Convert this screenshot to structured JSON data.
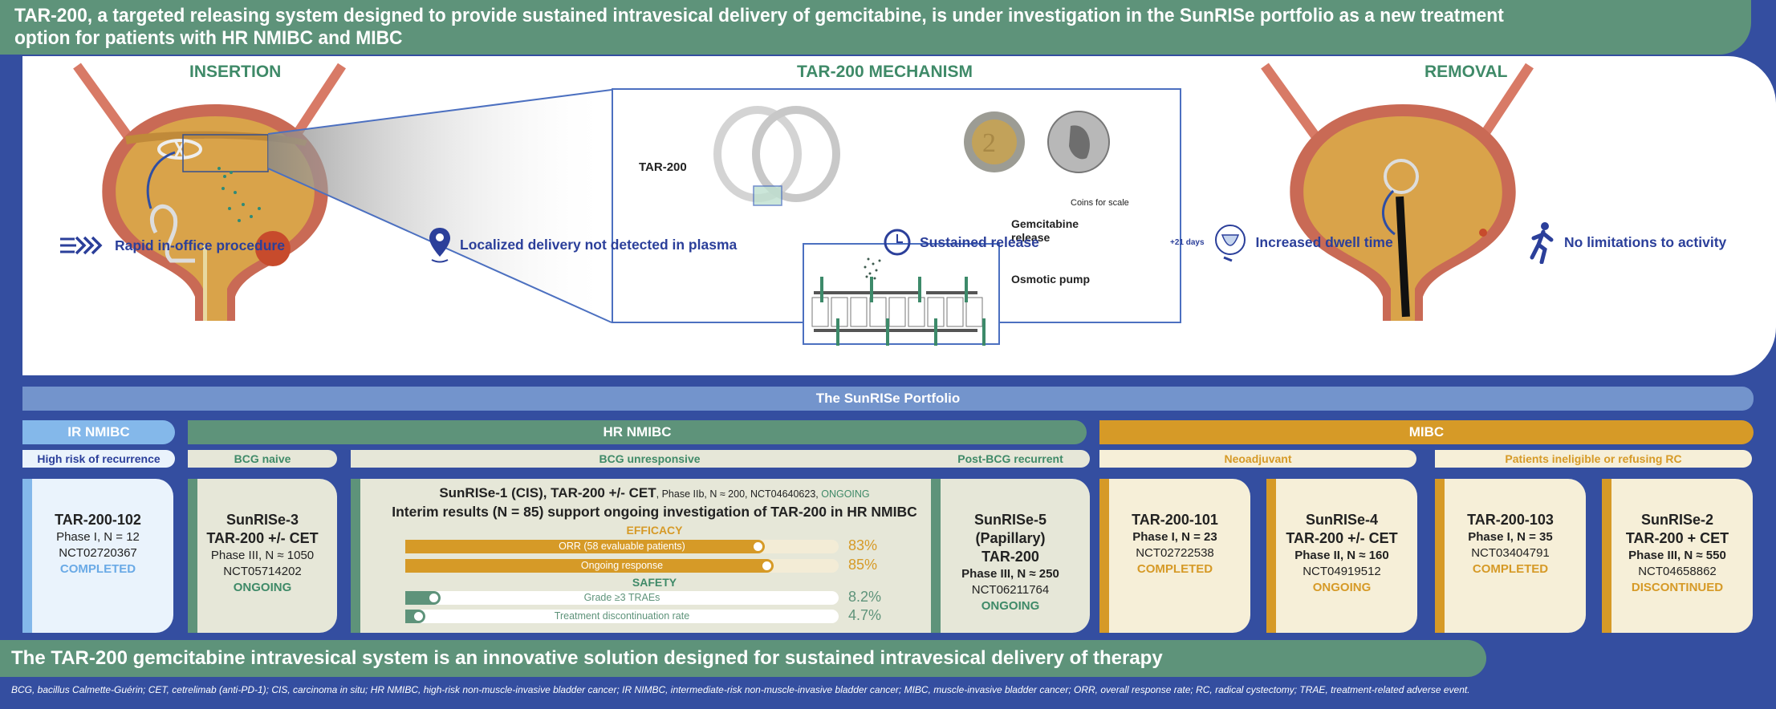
{
  "header": {
    "title_line1": "TAR-200, a targeted releasing system designed to provide sustained intravesical delivery of gemcitabine, is under investigation in the SunRISe portfolio as a new treatment",
    "title_line2": "option for patients with HR NMIBC and MIBC"
  },
  "illustration": {
    "insertion_title": "INSERTION",
    "mechanism_title": "TAR-200 MECHANISM",
    "removal_title": "REMOVAL",
    "device_label": "TAR-200",
    "coins_label": "Coins for scale",
    "gemcitabine_label_1": "Gemcitabine",
    "gemcitabine_label_2": "release",
    "osmotic_label": "Osmotic pump",
    "dwell_badge": "+21 days"
  },
  "features": [
    {
      "icon": "chevron-arrows-icon",
      "label": "Rapid in-office procedure"
    },
    {
      "icon": "location-pin-icon",
      "label": "Localized delivery not detected in plasma"
    },
    {
      "icon": "clock-icon",
      "label": "Sustained release"
    },
    {
      "icon": "bladder-cycle-icon",
      "label": "Increased dwell time"
    },
    {
      "icon": "running-person-icon",
      "label": "No limitations to activity"
    }
  ],
  "portfolio": {
    "title": "The SunRISe Portfolio",
    "categories": [
      {
        "label": "IR NMIBC",
        "color": "#84b8ea"
      },
      {
        "label": "HR NMIBC",
        "color": "#5e937a"
      },
      {
        "label": "MIBC",
        "color": "#d69a27"
      }
    ],
    "subcategories": [
      "High risk of recurrence",
      "BCG naive",
      "BCG unresponsive",
      "Post-BCG recurrent",
      "Neoadjuvant",
      "Patients ineligible or refusing RC"
    ],
    "trials": [
      {
        "name": [
          "TAR-200-102"
        ],
        "phase": "Phase I, N = 12",
        "nct": "NCT02720367",
        "status": "COMPLETED"
      },
      {
        "name": [
          "SunRISe-3",
          "TAR-200 +/- CET"
        ],
        "phase": "Phase III, N ≈ 1050",
        "nct": "NCT05714202",
        "status": "ONGOING"
      },
      {
        "name": [
          "SunRISe-5",
          "(Papillary)",
          "TAR-200"
        ],
        "phase": "Phase III, N ≈ 250",
        "nct": "NCT06211764",
        "status": "ONGOING"
      },
      {
        "name": [
          "TAR-200-101"
        ],
        "phase": "Phase I, N = 23",
        "nct": "NCT02722538",
        "status": "COMPLETED"
      },
      {
        "name": [
          "SunRISe-4",
          "TAR-200 +/- CET"
        ],
        "phase": "Phase II, N ≈ 160",
        "nct": "NCT04919512",
        "status": "ONGOING"
      },
      {
        "name": [
          "TAR-200-103"
        ],
        "phase": "Phase I, N = 35",
        "nct": "NCT03404791",
        "status": "COMPLETED"
      },
      {
        "name": [
          "SunRISe-2",
          "TAR-200 + CET"
        ],
        "phase": "Phase III, N ≈ 550",
        "nct": "NCT04658862",
        "status": "DISCONTINUED"
      }
    ],
    "sunrise1": {
      "title": "SunRISe-1 (CIS), TAR-200 +/- CET",
      "details": ", Phase IIb, N ≈ 200, NCT04640623, ",
      "status": "ONGOING",
      "interim": "Interim results (N = 85) support ongoing investigation of TAR-200 in HR NMIBC",
      "efficacy_header": "EFFICACY",
      "safety_header": "SAFETY",
      "metrics": [
        {
          "label": "ORR (58 evaluable patients)",
          "value": 83,
          "display": "83%",
          "group": "efficacy"
        },
        {
          "label": "Ongoing response",
          "value": 85,
          "display": "85%",
          "group": "efficacy"
        },
        {
          "label": "Grade ≥3 TRAEs",
          "value": 8.2,
          "display": "8.2%",
          "group": "safety"
        },
        {
          "label": "Treatment discontinuation rate",
          "value": 4.7,
          "display": "4.7%",
          "group": "safety"
        }
      ]
    }
  },
  "conclusion": "The TAR-200 gemcitabine intravesical system is an innovative solution designed for sustained intravesical delivery of therapy",
  "footnote": "BCG, bacillus Calmette-Guérin; CET, cetrelimab (anti-PD-1); CIS, carcinoma in situ; HR NMIBC, high-risk non-muscle-invasive bladder cancer; IR NIMBC, intermediate-risk non-muscle-invasive bladder cancer; MIBC, muscle-invasive bladder cancer; ORR, overall response rate; RC, radical cystectomy; TRAE, treatment-related adverse event.",
  "colors": {
    "background": "#344ea0",
    "green": "#5e937a",
    "gold": "#d69a27",
    "light_blue": "#84b8ea",
    "navy_text": "#2b3f9a"
  }
}
